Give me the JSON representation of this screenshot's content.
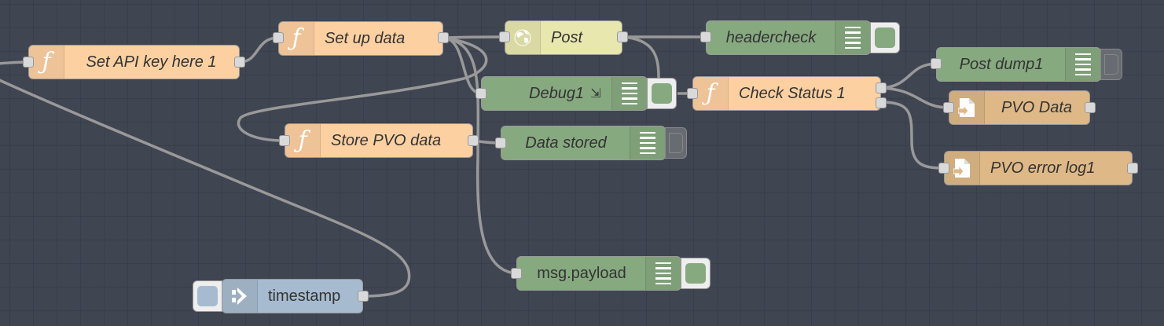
{
  "canvas": {
    "background": "#404552",
    "wire_color": "#999999"
  },
  "colors": {
    "function": "#fdd0a2",
    "http_request": "#e7e7ae",
    "debug": "#87a980",
    "file": "#deb887",
    "inject": "#a6bbcf"
  },
  "nodes": {
    "set_api_key": {
      "type": "function",
      "label": "Set API key here 1",
      "icon": "function-icon"
    },
    "set_up_data": {
      "type": "function",
      "label": "Set up data",
      "icon": "function-icon"
    },
    "post": {
      "type": "http request",
      "label": "Post",
      "icon": "globe-icon"
    },
    "headercheck": {
      "type": "debug",
      "label": "headercheck",
      "icon": "debug-list-icon",
      "active": true
    },
    "debug1": {
      "type": "debug",
      "label": "Debug1",
      "status_glyph": "⇲",
      "icon": "debug-list-icon",
      "active": true
    },
    "check_status": {
      "type": "function",
      "label": "Check Status 1",
      "icon": "function-icon",
      "outputs": 2
    },
    "post_dump": {
      "type": "debug",
      "label": "Post dump1",
      "icon": "debug-list-icon",
      "active": false
    },
    "pvo_data": {
      "type": "file",
      "label": "PVO Data",
      "icon": "file-icon"
    },
    "pvo_error_log": {
      "type": "file",
      "label": "PVO error log1",
      "icon": "file-icon"
    },
    "store_pvo": {
      "type": "function",
      "label": "Store PVO data",
      "icon": "function-icon"
    },
    "data_stored": {
      "type": "debug",
      "label": "Data stored",
      "icon": "debug-list-icon",
      "active": false
    },
    "msg_payload": {
      "type": "debug",
      "label": "msg.payload",
      "icon": "debug-list-icon",
      "active": true
    },
    "timestamp": {
      "type": "inject",
      "label": "timestamp",
      "icon": "inject-arrow-icon"
    }
  },
  "wires": [
    [
      "offscreen-left",
      "set_api_key"
    ],
    [
      "set_api_key",
      "set_up_data"
    ],
    [
      "set_up_data",
      "post"
    ],
    [
      "set_up_data",
      "debug1"
    ],
    [
      "set_up_data",
      "store_pvo"
    ],
    [
      "set_up_data",
      "msg_payload"
    ],
    [
      "post",
      "headercheck"
    ],
    [
      "post",
      "check_status"
    ],
    [
      "check_status",
      "post_dump"
    ],
    [
      "check_status",
      "pvo_data"
    ],
    [
      "check_status",
      "pvo_error_log"
    ],
    [
      "store_pvo",
      "data_stored"
    ],
    [
      "timestamp",
      "offscreen-left"
    ]
  ]
}
